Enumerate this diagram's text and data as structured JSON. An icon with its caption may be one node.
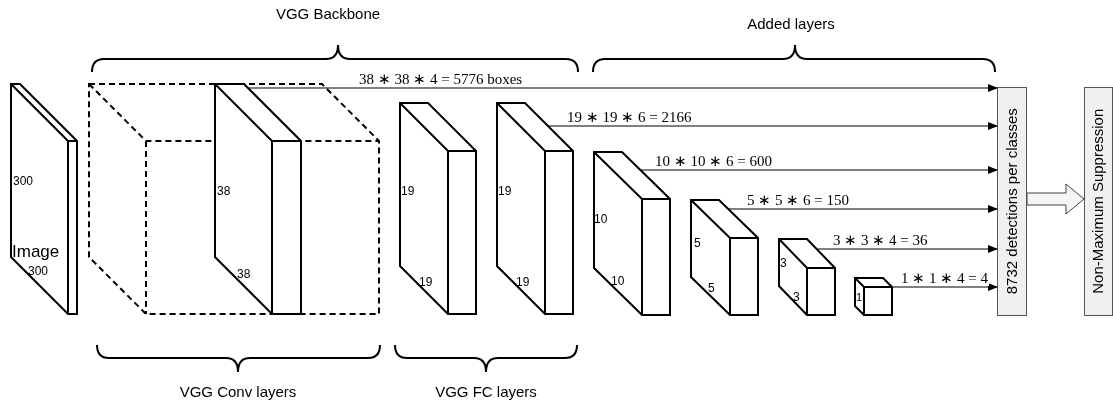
{
  "diagram": {
    "nodes": [
      {
        "text": [
          "300",
          "Image",
          "300"
        ]
      },
      {
        "text": [],
        "shape": "box"
      },
      {
        "text": [
          "38",
          "38"
        ],
        "in": 1
      },
      {
        "text": [
          "19",
          "19"
        ]
      },
      {
        "text": [
          "19",
          "19"
        ]
      },
      {
        "text": [
          "10",
          "10"
        ]
      },
      {
        "text": [
          "5",
          "5"
        ]
      },
      {
        "text": [
          "3",
          "3"
        ]
      },
      {
        "text": [
          "1"
        ]
      },
      {
        "text": [
          "8732 detections per classes"
        ]
      },
      {
        "text": [
          "Non-Maximum Suppression"
        ]
      }
    ],
    "edges": [
      {
        "from": 2,
        "to": 9,
        "arrow": "to",
        "label": "38 ∗ 38 ∗ 4 = 5776 boxes"
      },
      {
        "from": 4,
        "to": 9,
        "arrow": "to",
        "label": "19 ∗ 19 ∗ 6 = 2166"
      },
      {
        "from": 5,
        "to": 9,
        "arrow": "to",
        "label": "10 ∗ 10 ∗ 6 = 600"
      },
      {
        "from": 6,
        "to": 9,
        "arrow": "to",
        "label": "5 ∗ 5 ∗ 6 = 150"
      },
      {
        "from": 7,
        "to": 9,
        "arrow": "to",
        "label": "3 ∗ 3 ∗ 4 = 36"
      },
      {
        "from": 8,
        "to": 9,
        "arrow": "to",
        "label": "1 ∗ 1 ∗ 4 = 4"
      },
      {
        "from": 9,
        "to": 10,
        "arrow": "to",
        "style": "thick"
      }
    ],
    "labels": [
      "VGG Backbone",
      "Added layers",
      "VGG Conv layers",
      "VGG FC layers"
    ]
  }
}
